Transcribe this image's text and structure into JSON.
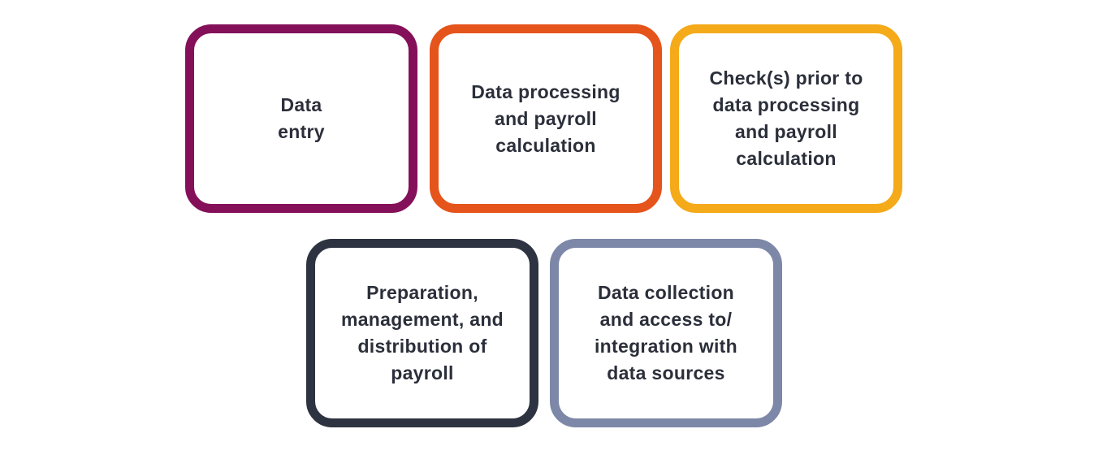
{
  "boxes": [
    {
      "label": "Data\nentry",
      "color": "#84105a"
    },
    {
      "label": "Data processing\nand payroll\ncalculation",
      "color": "#e5541b"
    },
    {
      "label": "Check(s) prior to\ndata processing\nand payroll\ncalculation",
      "color": "#f4aa19"
    },
    {
      "label": "Preparation,\nmanagement, and\ndistribution of\npayroll",
      "color": "#2d3340"
    },
    {
      "label": "Data collection\nand access to/\nintegration with\ndata sources",
      "color": "#7d88a8"
    }
  ]
}
